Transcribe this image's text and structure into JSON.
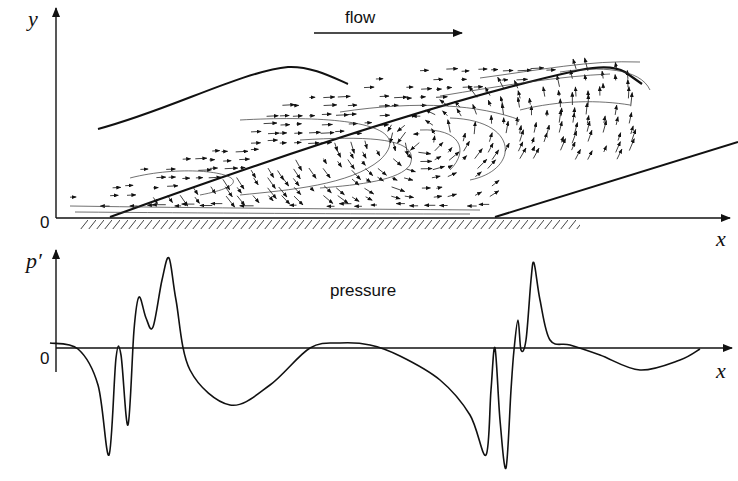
{
  "diagram": {
    "labels": [
      "flow",
      "y",
      "0",
      "x",
      "p′",
      "pressure",
      "0",
      "x"
    ]
  }
}
